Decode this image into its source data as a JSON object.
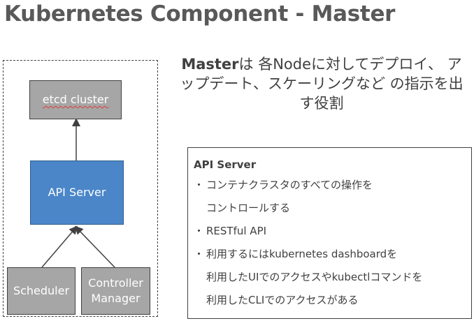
{
  "title": "Kubernetes Component - Master",
  "diagram": {
    "etcd": "etcd cluster",
    "api_server": "API Server",
    "scheduler": "Scheduler",
    "controller_manager": [
      "Controller",
      "Manager"
    ]
  },
  "description": {
    "master_word": "Master",
    "line1_suffix": "は",
    "line2": "各Nodeに対してデプロイ、",
    "line3": "アップデート、スケーリングなど",
    "line4": "の指示を出す役割"
  },
  "info": {
    "heading": "API Server",
    "bullet": "・",
    "items": [
      [
        "コンテナクラスタのすべての操作を",
        "コントロールする"
      ],
      [
        "RESTful API"
      ],
      [
        "利用するにはkubernetes dashboardを",
        "利用したUIでのアクセスやkubectlコマンドを",
        "利用したCLIでのアクセスがある"
      ]
    ]
  },
  "colors": {
    "gray_box": "#a6a6a6",
    "blue_box": "#4a86c8",
    "border": "#404040",
    "title": "#595959"
  }
}
